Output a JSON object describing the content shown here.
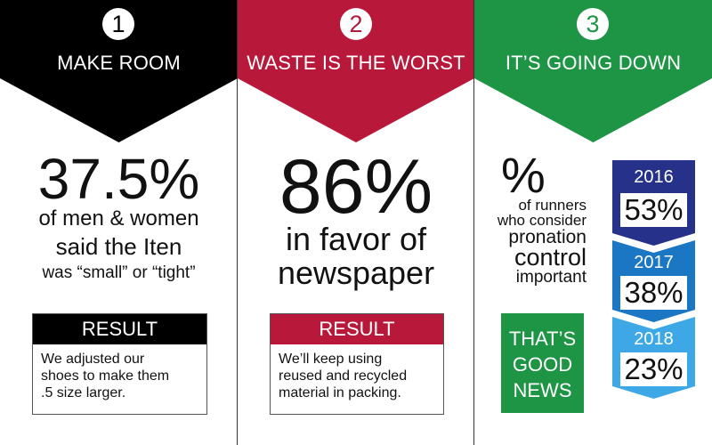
{
  "colors": {
    "black": "#000000",
    "red": "#b8183a",
    "green": "#1e9445",
    "navy": "#26328a",
    "blue": "#1b76c4",
    "light_blue": "#3ea8e6"
  },
  "col1": {
    "number": "1",
    "heading": "MAKE ROOM",
    "stat": "37.5%",
    "line1": "of men & women",
    "line2": "said the Iten",
    "line3": "was “small” or “tight”",
    "result_label": "RESULT",
    "result_lines": [
      "We adjusted our",
      "shoes to make them",
      ".5 size larger."
    ]
  },
  "col2": {
    "number": "2",
    "heading": "WASTE IS THE WORST",
    "stat": "86%",
    "line1": "in favor of",
    "line2": "newspaper",
    "result_label": "RESULT",
    "result_lines": [
      "We’ll keep using",
      "reused and recycled",
      "material in packing."
    ]
  },
  "col3": {
    "number": "3",
    "heading": "IT’S GOING DOWN",
    "pct": "%",
    "desc_lines": [
      "of runners",
      "who consider",
      "pronation",
      "control",
      "important"
    ],
    "good_lines": [
      "THAT’S",
      "GOOD",
      "NEWS"
    ],
    "years": [
      {
        "year": "2016",
        "value": "53%"
      },
      {
        "year": "2017",
        "value": "38%"
      },
      {
        "year": "2018",
        "value": "23%"
      }
    ]
  }
}
